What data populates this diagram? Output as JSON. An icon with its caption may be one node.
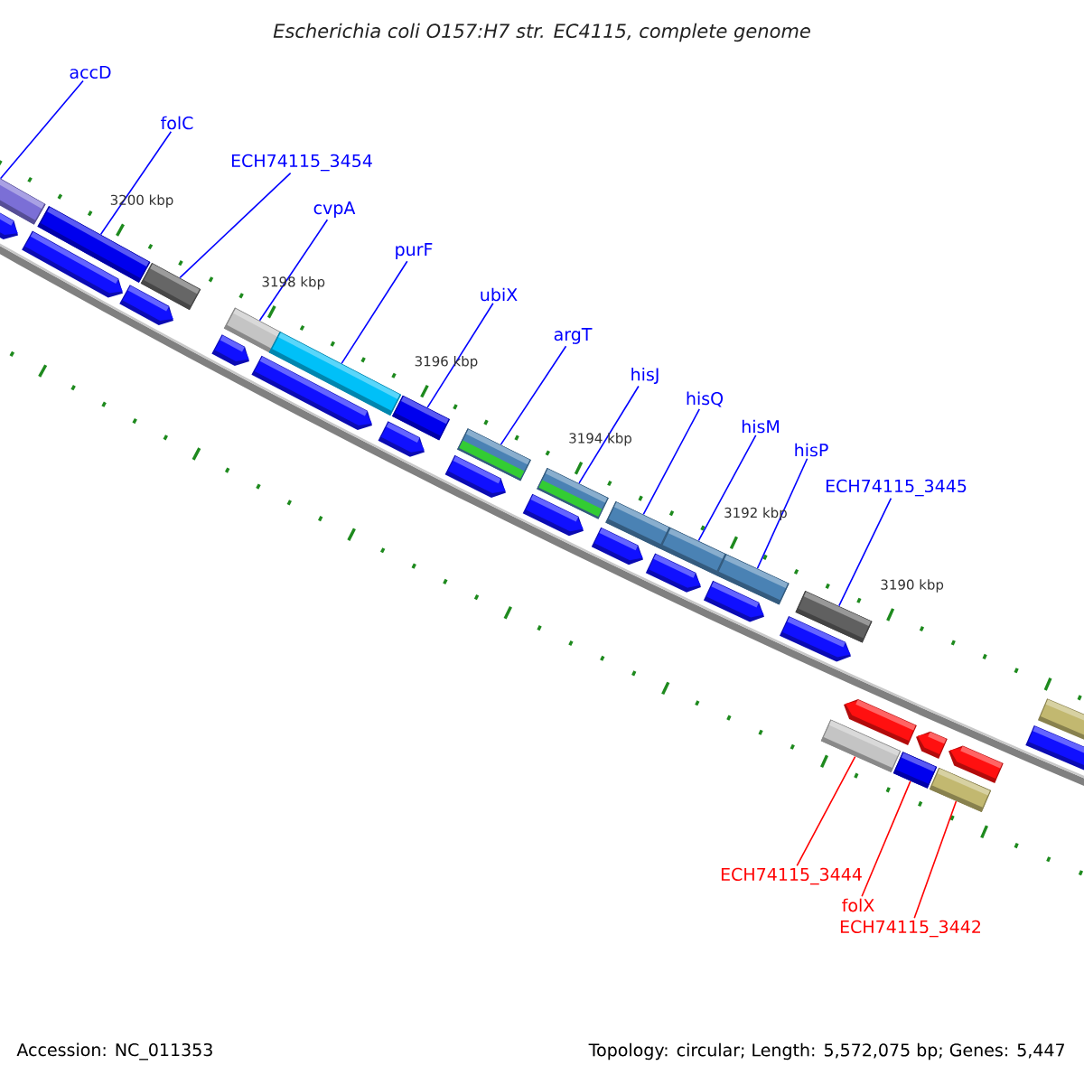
{
  "diagram": {
    "title": "Escherichia coli O157:H7 str. EC4115, complete genome",
    "nodes": [
      {
        "text": [
          "accD"
        ]
      },
      {
        "text": [
          "folC"
        ]
      },
      {
        "text": [
          "ECH74115_3454"
        ]
      },
      {
        "text": [
          "cvpA"
        ]
      },
      {
        "text": [
          "purF"
        ]
      },
      {
        "text": [
          "ubiX"
        ]
      },
      {
        "text": [
          "argT"
        ]
      },
      {
        "text": [
          "hisJ"
        ]
      },
      {
        "text": [
          "hisQ"
        ]
      },
      {
        "text": [
          "hisM"
        ]
      },
      {
        "text": [
          "hisP"
        ]
      },
      {
        "text": [
          "ECH74115_3445"
        ]
      },
      {
        "text": [
          "ECH74115_3444"
        ]
      },
      {
        "text": [
          "folX"
        ]
      },
      {
        "text": [
          "ECH74115_3442"
        ]
      },
      {
        "text": [],
        "shape": "bar"
      },
      {
        "text": [],
        "shape": "bar"
      },
      {
        "text": [],
        "shape": "bar"
      },
      {
        "text": [],
        "shape": "bar"
      },
      {
        "text": [],
        "shape": "bar"
      },
      {
        "text": [],
        "shape": "bar"
      },
      {
        "text": [],
        "shape": "bar"
      },
      {
        "text": [],
        "shape": "bar"
      },
      {
        "text": [],
        "shape": "bar"
      },
      {
        "text": [],
        "shape": "bar"
      },
      {
        "text": [],
        "shape": "bar"
      },
      {
        "text": [],
        "shape": "bar"
      },
      {
        "text": [],
        "shape": "bar"
      },
      {
        "text": [],
        "shape": "bar"
      },
      {
        "text": [],
        "shape": "bar"
      }
    ],
    "edges": [
      {
        "from": 0,
        "to": 15,
        "arrow": "none"
      },
      {
        "from": 1,
        "to": 16,
        "arrow": "none"
      },
      {
        "from": 2,
        "to": 17,
        "arrow": "none"
      },
      {
        "from": 3,
        "to": 18,
        "arrow": "none"
      },
      {
        "from": 4,
        "to": 19,
        "arrow": "none"
      },
      {
        "from": 5,
        "to": 20,
        "arrow": "none"
      },
      {
        "from": 6,
        "to": 21,
        "arrow": "none"
      },
      {
        "from": 7,
        "to": 22,
        "arrow": "none"
      },
      {
        "from": 8,
        "to": 23,
        "arrow": "none"
      },
      {
        "from": 9,
        "to": 24,
        "arrow": "none"
      },
      {
        "from": 10,
        "to": 25,
        "arrow": "none"
      },
      {
        "from": 11,
        "to": 26,
        "arrow": "none"
      },
      {
        "from": 12,
        "to": 27,
        "arrow": "none",
        "color": "#ff0000"
      },
      {
        "from": 13,
        "to": 28,
        "arrow": "none",
        "color": "#ff0000"
      },
      {
        "from": 14,
        "to": 29,
        "arrow": "none",
        "color": "#ff0000"
      }
    ],
    "labels": [
      "3200 kbp",
      "3198 kbp",
      "3196 kbp",
      "3194 kbp",
      "3192 kbp",
      "3190 kbp",
      "Accession: NC_011353",
      "Topology: circular; Length: 5,572,075 bp; Genes: 5,447"
    ]
  }
}
